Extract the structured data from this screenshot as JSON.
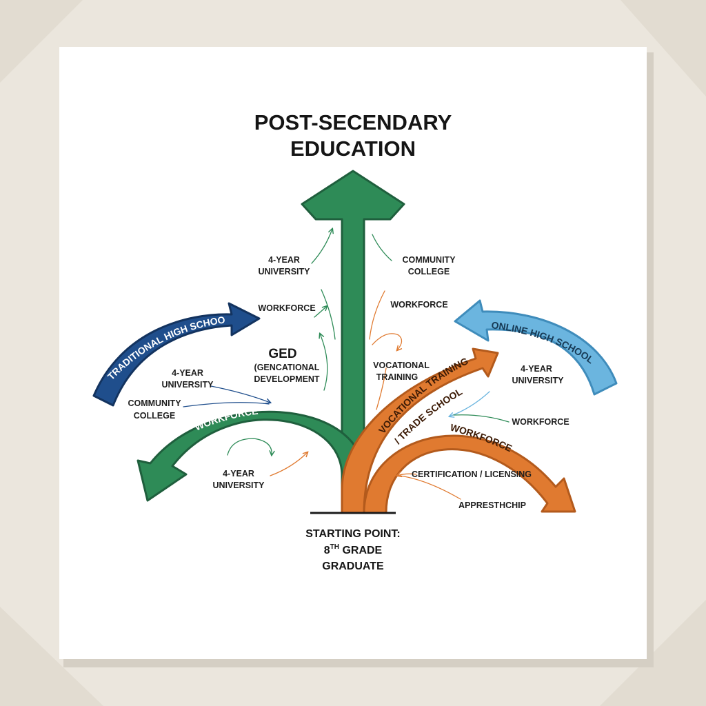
{
  "title_line1": "POST-SECENDARY",
  "title_line2": "EDUCATION",
  "start_line1": "STARTING POINT:",
  "start_line2": "8",
  "start_sup": "TH",
  "start_line2b": " GRADE",
  "start_line3": "GRADUATE",
  "bands": {
    "traditional": "TRADITIONAL HIGH SCHOOL",
    "online": "ONLINE HIGH SCHOOL",
    "workforce_green": "WORKFORCE",
    "vocational_line1": "VOCATIONAL TRAINING",
    "vocational_line2": "/ TRADE SCHOOL",
    "workforce_orange": "WORKFORCE"
  },
  "labels": {
    "ctr_univ_1": "4-YEAR",
    "ctr_univ_2": "UNIVERSITY",
    "ctr_workforce": "WORKFORCE",
    "ged_1": "GED",
    "ged_2": "(GENCATIONAL",
    "ged_3": "DEVELOPMENT",
    "ctr_cc_1": "COMMUNITY",
    "ctr_cc_2": "COLLEGE",
    "ctr_workforce_r": "WORKFORCE",
    "ctr_voc_1": "VOCATIONAL",
    "ctr_voc_2": "TRAINING",
    "left_univ_1": "4-YEAR",
    "left_univ_2": "UNIVERSITY",
    "left_cc_1": "COMMUNITY",
    "left_cc_2": "COLLEGE",
    "low_univ_1": "4-YEAR",
    "low_univ_2": "UNIVERSITY",
    "right_univ_1": "4-YEAR",
    "right_univ_2": "UNIVERSITY",
    "right_workforce": "WORKFORCE",
    "cert": "CERTIFICATION / LICENSING",
    "appr": "APPRESTHCHIP"
  },
  "colors": {
    "green": "#2e8b57",
    "navy": "#1f4e8c",
    "sky": "#6bb5df",
    "orange": "#e07a30"
  }
}
